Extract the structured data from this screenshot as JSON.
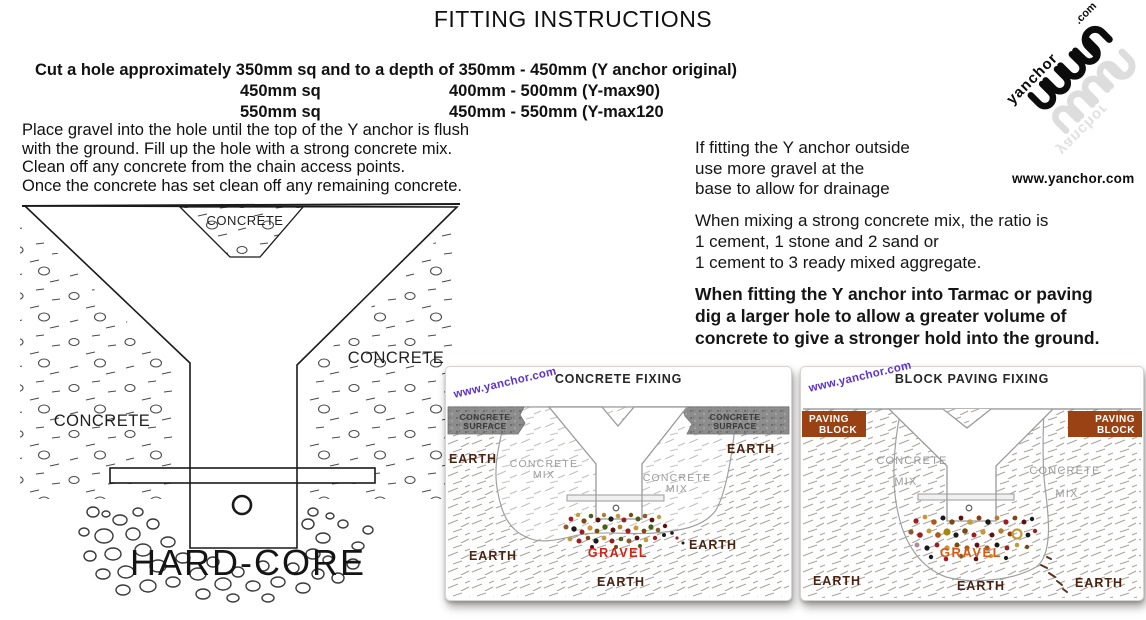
{
  "title": "FITTING INSTRUCTIONS",
  "spec": {
    "line1": "Cut a hole approximately 350mm sq and to a depth of 350mm - 450mm (Y anchor original)",
    "row2_size": "450mm sq",
    "row2_depth": "400mm - 500mm (Y-max90)",
    "row3_size": "550mm sq",
    "row3_depth": "450mm - 550mm (Y-max120"
  },
  "placement": {
    "line1": "Place gravel into the hole until the top of the Y anchor is flush",
    "line2": "with the ground. Fill up the hole with a strong concrete mix.",
    "line3": "Clean off any concrete from the chain access points.",
    "line4": "Once the concrete has set clean off any remaining concrete."
  },
  "outside_note": {
    "line1": "If fitting the Y anchor outside",
    "line2": "use more gravel at the",
    "line3": "base to allow for drainage"
  },
  "mixing_note": {
    "line1": "When mixing a strong concrete mix, the ratio is",
    "line2": "1 cement, 1 stone and 2 sand or",
    "line3": "1 cement to 3 ready mixed aggregate."
  },
  "tarmac_note": {
    "line1": "When fitting the Y anchor into Tarmac or paving",
    "line2": "dig a larger hole to allow a greater volume of",
    "line3": "concrete to give a stronger hold into the ground."
  },
  "logo": {
    "brand": "yanchor",
    "tld": ".com",
    "website": "www.yanchor.com"
  },
  "main_diagram": {
    "concrete_top": "CONCRETE",
    "concrete_right": "CONCRETE",
    "concrete_left": "CONCRETE",
    "hardcore": "HARD-CORE"
  },
  "concrete_panel": {
    "title": "CONCRETE FIXING",
    "watermark": "www.yanchor.com",
    "surface_line1": "CONCRETE",
    "surface_line2": "SURFACE",
    "mix_line1": "CONCRETE",
    "mix_line2": "MIX",
    "earth": "EARTH",
    "gravel": "GRAVEL"
  },
  "paving_panel": {
    "title": "BLOCK PAVING FIXING",
    "watermark": "www.yanchor.com",
    "paving_line1": "PAVING",
    "paving_line2": "BLOCK",
    "mix_line1": "CONCRETE",
    "mix_line2": "MIX",
    "earth": "EARTH",
    "gravel": "GRAVEL"
  },
  "colors": {
    "earth_text": "#4a2413",
    "mix_text": "#9b9b9b",
    "gravel_red": "#d32316",
    "gravel_orange": "#d85a14",
    "paving_block": "#9a4214",
    "watermark": "#5c33cc",
    "surface_band": "#8d8d8d"
  }
}
